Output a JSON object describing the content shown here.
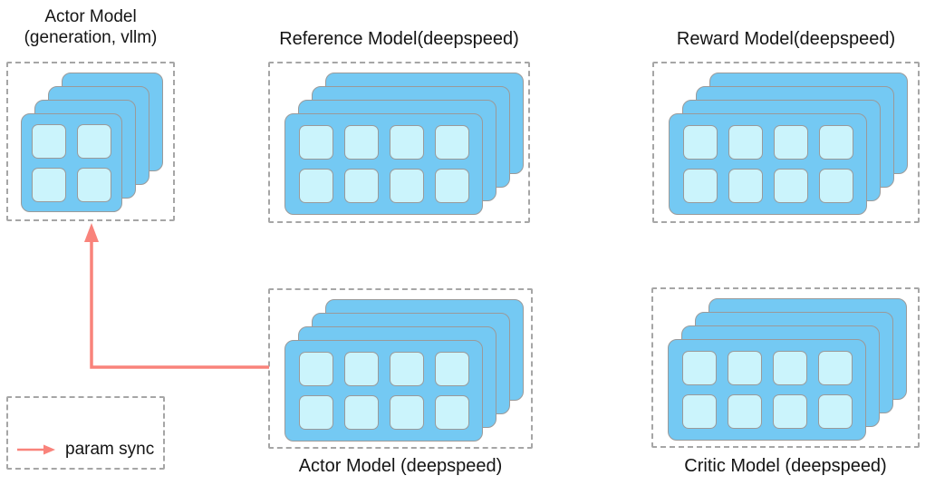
{
  "diagram": {
    "nodes": [
      {
        "id": "actor-vllm",
        "title_lines": [
          "Actor Model",
          "(generation, vllm)"
        ],
        "title_position": "above",
        "layers": 4,
        "grid": {
          "rows": 2,
          "cols": 2
        }
      },
      {
        "id": "reference-model",
        "title": "Reference Model(deepspeed)",
        "title_position": "above",
        "layers": 4,
        "grid": {
          "rows": 2,
          "cols": 4
        }
      },
      {
        "id": "reward-model",
        "title": "Reward Model(deepspeed)",
        "title_position": "above",
        "layers": 4,
        "grid": {
          "rows": 2,
          "cols": 4
        }
      },
      {
        "id": "actor-model-deepspeed",
        "title": "Actor Model (deepspeed)",
        "title_position": "below",
        "layers": 4,
        "grid": {
          "rows": 2,
          "cols": 4
        }
      },
      {
        "id": "critic-model-deepspeed",
        "title": "Critic Model (deepspeed)",
        "title_position": "below",
        "layers": 4,
        "grid": {
          "rows": 2,
          "cols": 4
        }
      }
    ],
    "arrow": {
      "from": "actor-model-deepspeed",
      "to": "actor-vllm"
    },
    "legend": {
      "label": "param sync"
    }
  },
  "colors": {
    "card_blue": "#74C9F3",
    "card_border": "#9A9A9A",
    "cell_fill": "#CBF4FC",
    "cell_border": "#9A9A9A",
    "dashed_border": "#A6A6A6",
    "arrow_red": "#F9837B",
    "text": "#141414"
  }
}
